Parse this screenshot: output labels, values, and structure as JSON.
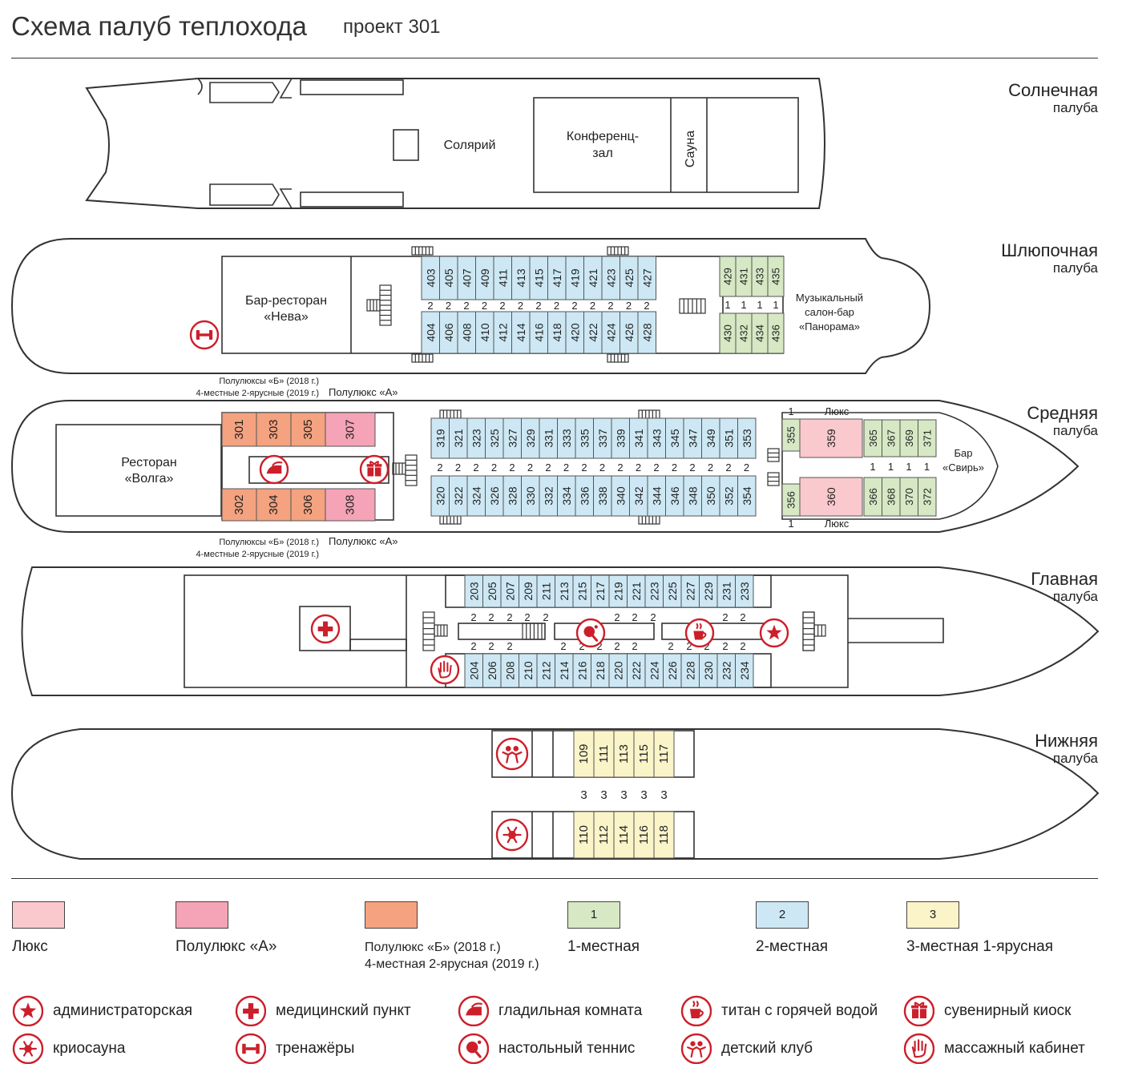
{
  "header": {
    "title": "Схема палуб теплохода",
    "subtitle": "проект 301"
  },
  "colors": {
    "lux": "#f9c9cd",
    "semi_a": "#f5a3b6",
    "semi_b": "#f4a27f",
    "single": "#d6e8c4",
    "double": "#cde8f4",
    "triple": "#fbf4c8",
    "icon_red": "#cc1f2a",
    "line": "#333333"
  },
  "decks": {
    "sun": {
      "name": "Солнечная",
      "deck_word": "палуба",
      "solarium": "Солярий",
      "conf_1": "Конференц-",
      "conf_2": "зал",
      "sauna": "Сауна"
    },
    "boat": {
      "name": "Шлюпочная",
      "deck_word": "палуба",
      "bar_1": "Бар-ресторан",
      "bar_2": "«Нева»",
      "music_1": "Музыкальный",
      "music_2": "салон-бар",
      "music_3": "«Панорама»",
      "top_cabins": [
        "403",
        "405",
        "407",
        "409",
        "411",
        "413",
        "415",
        "417",
        "419",
        "421",
        "423",
        "425",
        "427"
      ],
      "bottom_cabins": [
        "404",
        "406",
        "408",
        "410",
        "412",
        "414",
        "416",
        "418",
        "420",
        "422",
        "424",
        "426",
        "428"
      ],
      "aft_top": [
        "429",
        "431",
        "433",
        "435"
      ],
      "aft_bottom": [
        "430",
        "432",
        "434",
        "436"
      ],
      "berths": "2",
      "aft_berths": "1"
    },
    "middle": {
      "name": "Средняя",
      "deck_word": "палуба",
      "rest_1": "Ресторан",
      "rest_2": "«Волга»",
      "note_b_1": "Полулюксы «Б» (2018 г.)",
      "note_b_2": "4-местные 2-ярусные (2019 г.)",
      "note_a": "Полулюкс «А»",
      "semi_b_top": [
        "301",
        "303",
        "305"
      ],
      "semi_a_top": "307",
      "semi_b_bottom": [
        "302",
        "304",
        "306"
      ],
      "semi_a_bottom": "308",
      "top_cabins": [
        "319",
        "321",
        "323",
        "325",
        "327",
        "329",
        "331",
        "333",
        "335",
        "337",
        "339",
        "341",
        "343",
        "345",
        "347",
        "349",
        "351",
        "353"
      ],
      "bottom_cabins": [
        "320",
        "322",
        "324",
        "326",
        "328",
        "330",
        "332",
        "334",
        "336",
        "338",
        "340",
        "342",
        "344",
        "346",
        "348",
        "350",
        "352",
        "354"
      ],
      "lux_word": "Люкс",
      "single_top": "355",
      "lux_top": "359",
      "single_bottom": "356",
      "lux_bottom": "360",
      "bow_top": [
        "365",
        "367",
        "369",
        "371"
      ],
      "bow_bottom": [
        "366",
        "368",
        "370",
        "372"
      ],
      "bar_1": "Бар",
      "bar_2": "«Свирь»",
      "berths": "2",
      "single_berths": "1"
    },
    "main": {
      "name": "Главная",
      "deck_word": "палуба",
      "top_cabins": [
        "203",
        "205",
        "207",
        "209",
        "211",
        "213",
        "215",
        "217",
        "219",
        "221",
        "223",
        "225",
        "227",
        "229",
        "231",
        "233"
      ],
      "bottom_cabins": [
        "204",
        "206",
        "208",
        "210",
        "212",
        "214",
        "216",
        "218",
        "220",
        "222",
        "224",
        "226",
        "228",
        "230",
        "232",
        "234"
      ],
      "berths": "2"
    },
    "lower": {
      "name": "Нижняя",
      "deck_word": "палуба",
      "top_cabins": [
        "109",
        "111",
        "113",
        "115",
        "117"
      ],
      "bottom_cabins": [
        "110",
        "112",
        "114",
        "116",
        "118"
      ],
      "berths": "3"
    }
  },
  "legend": {
    "lux": "Люкс",
    "semi_a": "Полулюкс «А»",
    "semi_b_1": "Полулюкс «Б» (2018 г.)",
    "semi_b_2": "4-местная 2-ярусная (2019 г.)",
    "single_num": "1",
    "single": "1-местная",
    "double_num": "2",
    "double": "2-местная",
    "triple_num": "3",
    "triple": "3-местная 1-ярусная"
  },
  "icon_legend": [
    {
      "icon": "star-icon",
      "label": "администраторская"
    },
    {
      "icon": "medical-cross-icon",
      "label": "медицинский пункт"
    },
    {
      "icon": "iron-icon",
      "label": "гладильная комната"
    },
    {
      "icon": "hot-water-cup-icon",
      "label": "титан с горячей водой"
    },
    {
      "icon": "gift-icon",
      "label": "сувенирный киоск"
    },
    {
      "icon": "snowflake-icon",
      "label": "криосауна"
    },
    {
      "icon": "dumbbell-icon",
      "label": "тренажёры"
    },
    {
      "icon": "table-tennis-icon",
      "label": "настольный теннис"
    },
    {
      "icon": "kids-club-icon",
      "label": "детский клуб"
    },
    {
      "icon": "massage-hand-icon",
      "label": "массажный кабинет"
    }
  ]
}
